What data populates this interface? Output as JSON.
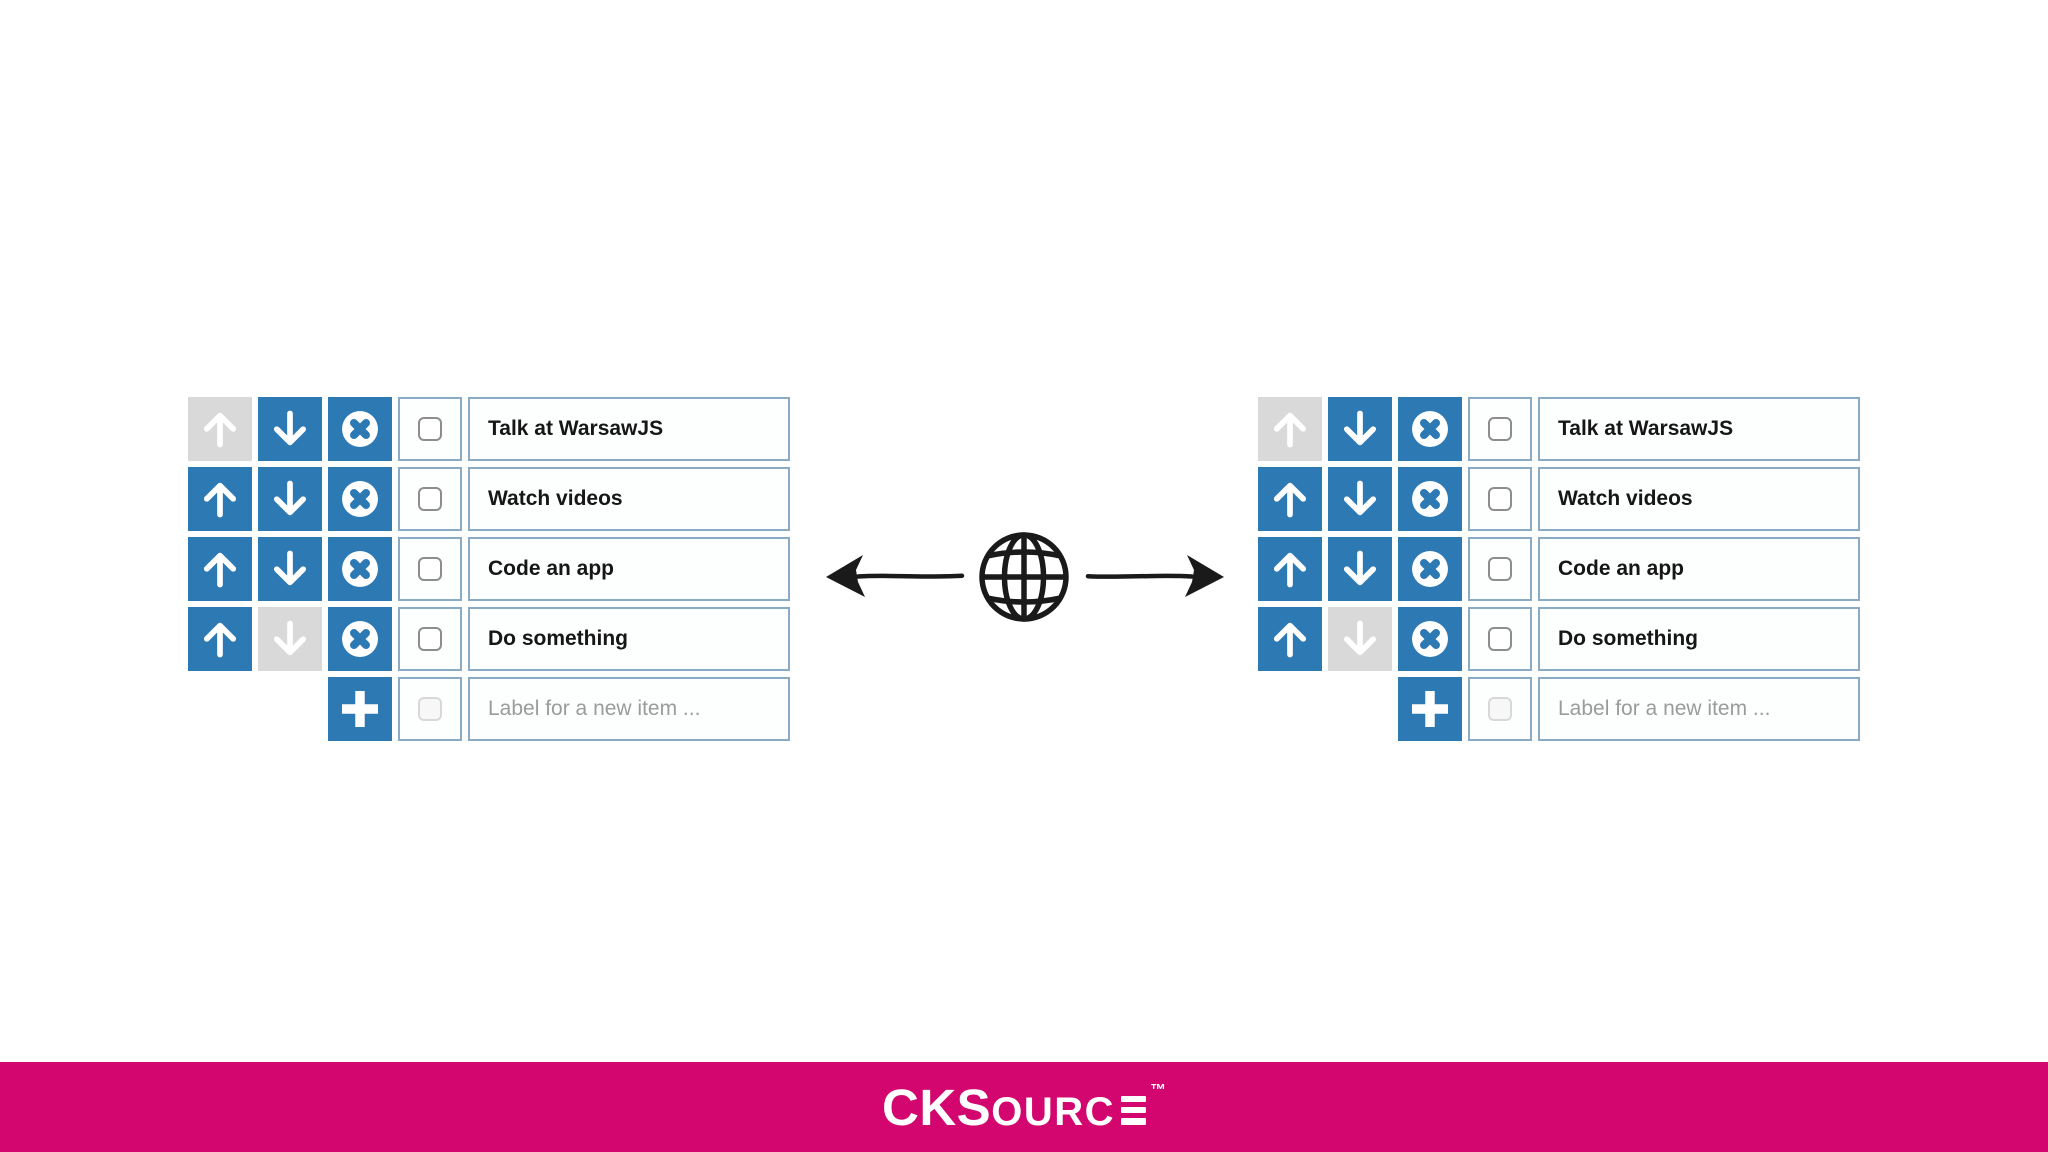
{
  "colors": {
    "accent_blue": "#2d79b4",
    "disabled_gray": "#d9d9d9",
    "cell_border_blue": "#8aabc6",
    "label_text": "#161616",
    "placeholder_text": "#9b9b9b",
    "footer_pink": "#d2066e",
    "graphic_black": "#1a1a1a",
    "icon_white": "#ffffff"
  },
  "icons": {
    "move_up": "arrow-up-icon",
    "move_down": "arrow-down-icon",
    "remove": "close-circle-icon",
    "add": "plus-icon",
    "globe": "globe-icon",
    "arrow_left": "arrow-left-icon",
    "arrow_right": "arrow-right-icon",
    "logo_e": "logo-e-bars-icon"
  },
  "widgets": [
    {
      "side": "left",
      "rows": [
        {
          "label": "Talk at WarsawJS",
          "up_enabled": false,
          "down_enabled": true,
          "checkbox_checked": false
        },
        {
          "label": "Watch videos",
          "up_enabled": true,
          "down_enabled": true,
          "checkbox_checked": false
        },
        {
          "label": "Code an app",
          "up_enabled": true,
          "down_enabled": true,
          "checkbox_checked": false
        },
        {
          "label": "Do something",
          "up_enabled": true,
          "down_enabled": false,
          "checkbox_checked": false
        }
      ],
      "add_row": {
        "placeholder": "Label for a new item ...",
        "checkbox_disabled": true
      }
    },
    {
      "side": "right",
      "rows": [
        {
          "label": "Talk at WarsawJS",
          "up_enabled": false,
          "down_enabled": true,
          "checkbox_checked": false
        },
        {
          "label": "Watch videos",
          "up_enabled": true,
          "down_enabled": true,
          "checkbox_checked": false
        },
        {
          "label": "Code an app",
          "up_enabled": true,
          "down_enabled": true,
          "checkbox_checked": false
        },
        {
          "label": "Do something",
          "up_enabled": true,
          "down_enabled": false,
          "checkbox_checked": false
        }
      ],
      "add_row": {
        "placeholder": "Label for a new item ...",
        "checkbox_disabled": true
      }
    }
  ],
  "center_graphic": {
    "description_icons": [
      "arrow-left-icon",
      "globe-icon",
      "arrow-right-icon"
    ]
  },
  "footer": {
    "brand_large": "CKS",
    "brand_small": "OURC",
    "trademark": "™"
  }
}
